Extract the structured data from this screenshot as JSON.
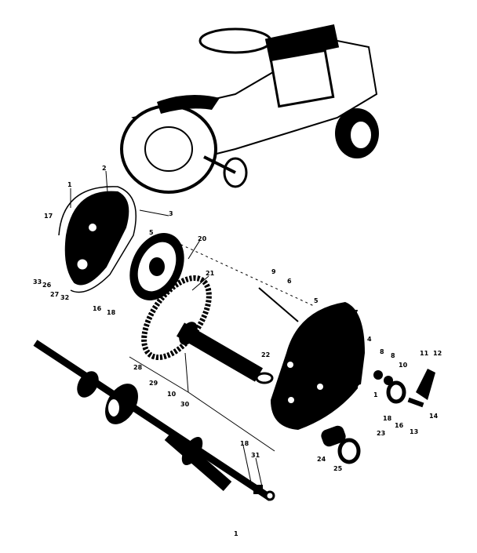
{
  "diagram": {
    "ink_color": "#000000",
    "paper_color": "#ffffff",
    "callouts": [
      "1",
      "2",
      "3",
      "17",
      "5",
      "20",
      "21",
      "33",
      "26",
      "27",
      "32",
      "16",
      "18",
      "9",
      "6",
      "5",
      "7",
      "4",
      "8",
      "8",
      "10",
      "11",
      "12",
      "22",
      "1",
      "18",
      "16",
      "13",
      "14",
      "23",
      "24",
      "25",
      "28",
      "29",
      "10",
      "30",
      "18",
      "31",
      "1"
    ]
  }
}
